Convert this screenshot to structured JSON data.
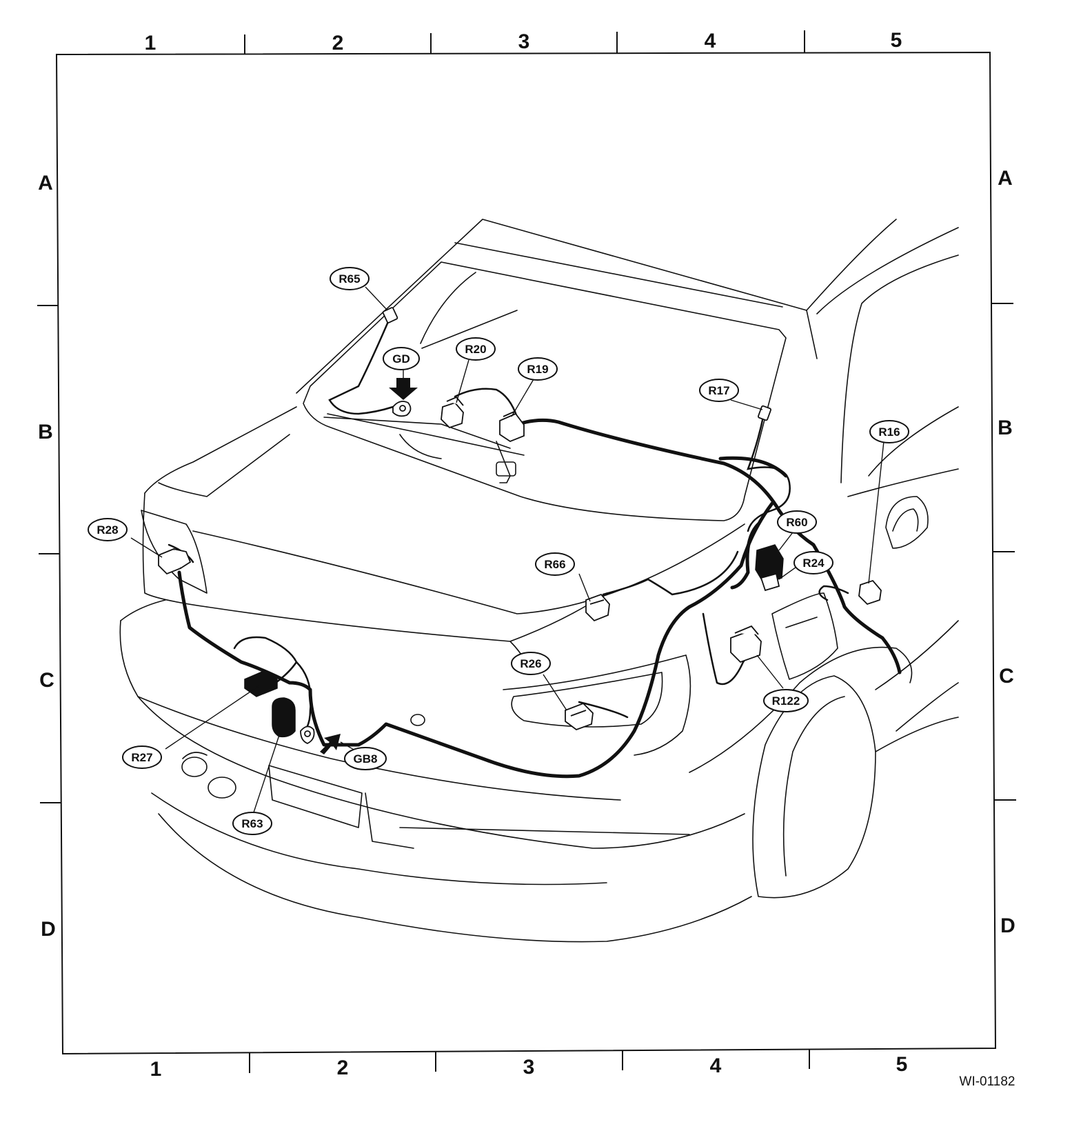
{
  "grid": {
    "columns": [
      "1",
      "2",
      "3",
      "4",
      "5"
    ],
    "rows": [
      "A",
      "B",
      "C",
      "D"
    ]
  },
  "figure_id": "WI-01182",
  "connectors": [
    {
      "label": "R65"
    },
    {
      "label": "GD"
    },
    {
      "label": "R20"
    },
    {
      "label": "R19"
    },
    {
      "label": "R17"
    },
    {
      "label": "R16"
    },
    {
      "label": "R28"
    },
    {
      "label": "R60"
    },
    {
      "label": "R66"
    },
    {
      "label": "R24"
    },
    {
      "label": "R26"
    },
    {
      "label": "R122"
    },
    {
      "label": "R27"
    },
    {
      "label": "GB8"
    },
    {
      "label": "R63"
    }
  ]
}
